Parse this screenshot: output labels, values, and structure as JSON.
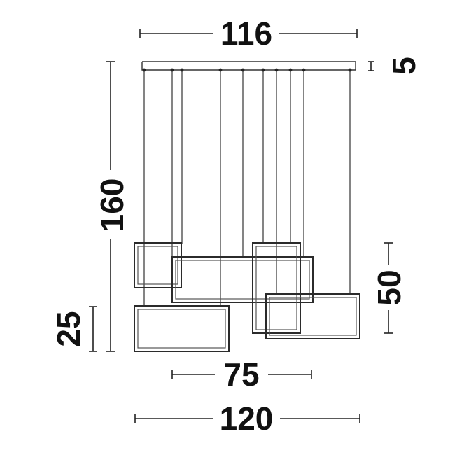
{
  "colors": {
    "ink": "#111111",
    "line": "#222222",
    "frame": "#2b2b2b"
  },
  "dimensions": {
    "top_width": "116",
    "canopy_height": "5",
    "total_height": "160",
    "frame_height": "50",
    "small_height": "25",
    "inner_width": "75",
    "total_width": "120"
  }
}
